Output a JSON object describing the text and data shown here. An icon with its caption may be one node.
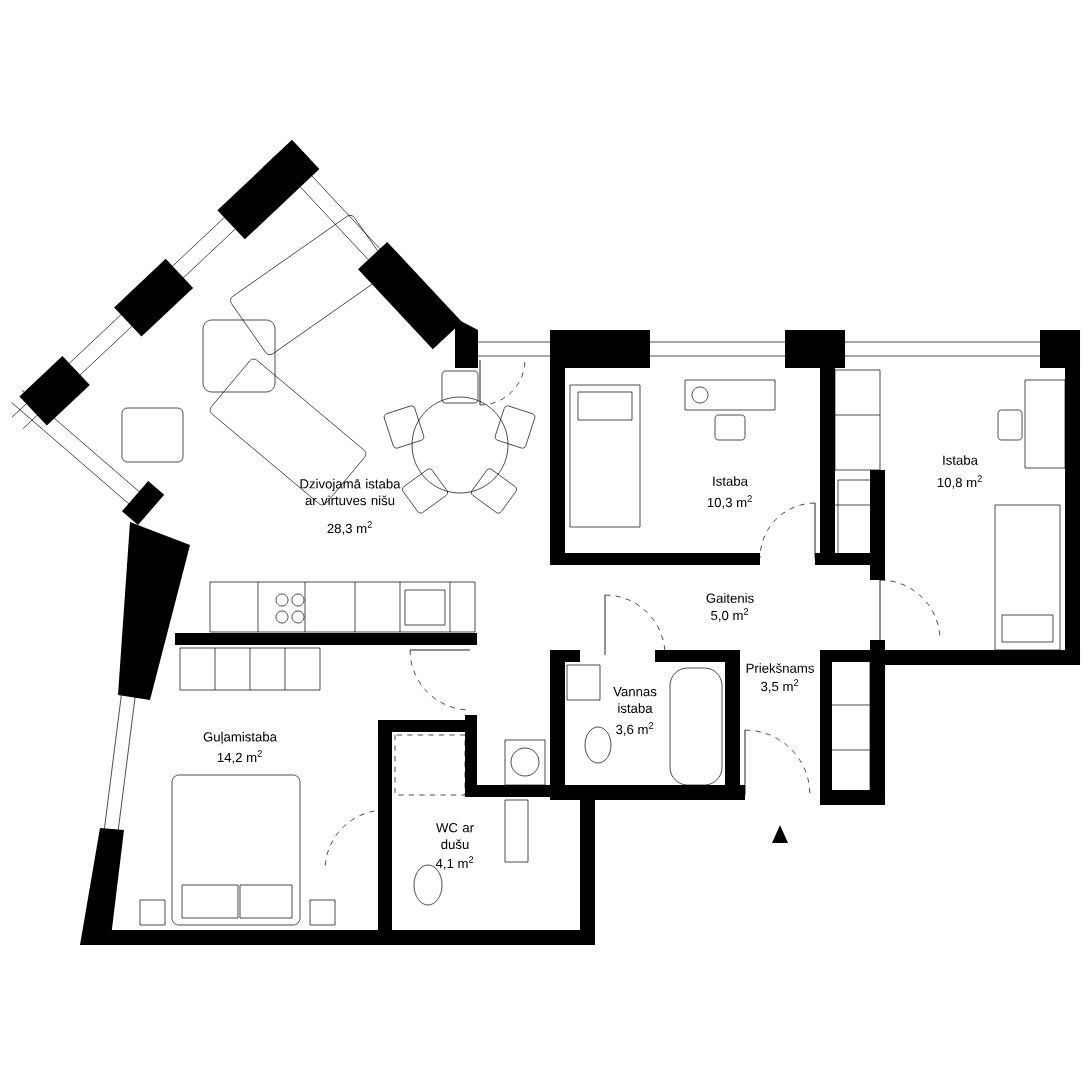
{
  "diagram": {
    "labels": [
      "Dzivojamā istaba ar virtuves nišu",
      "28,3 m$^{2}$",
      "Istaba",
      "10,3 m$^{2}$",
      "Istaba",
      "10,8 m$^{2}$",
      "Gaitenis",
      "5,0 m$^{2}$",
      "Priekšnams",
      "3,5 m$^{2}$",
      "Vannas istaba",
      "3,6 m$^{2}$",
      "Guļamistaba",
      "14,2 m$^{2}$",
      "WC ar dušu",
      "4,1 m$^{2}$"
    ]
  }
}
